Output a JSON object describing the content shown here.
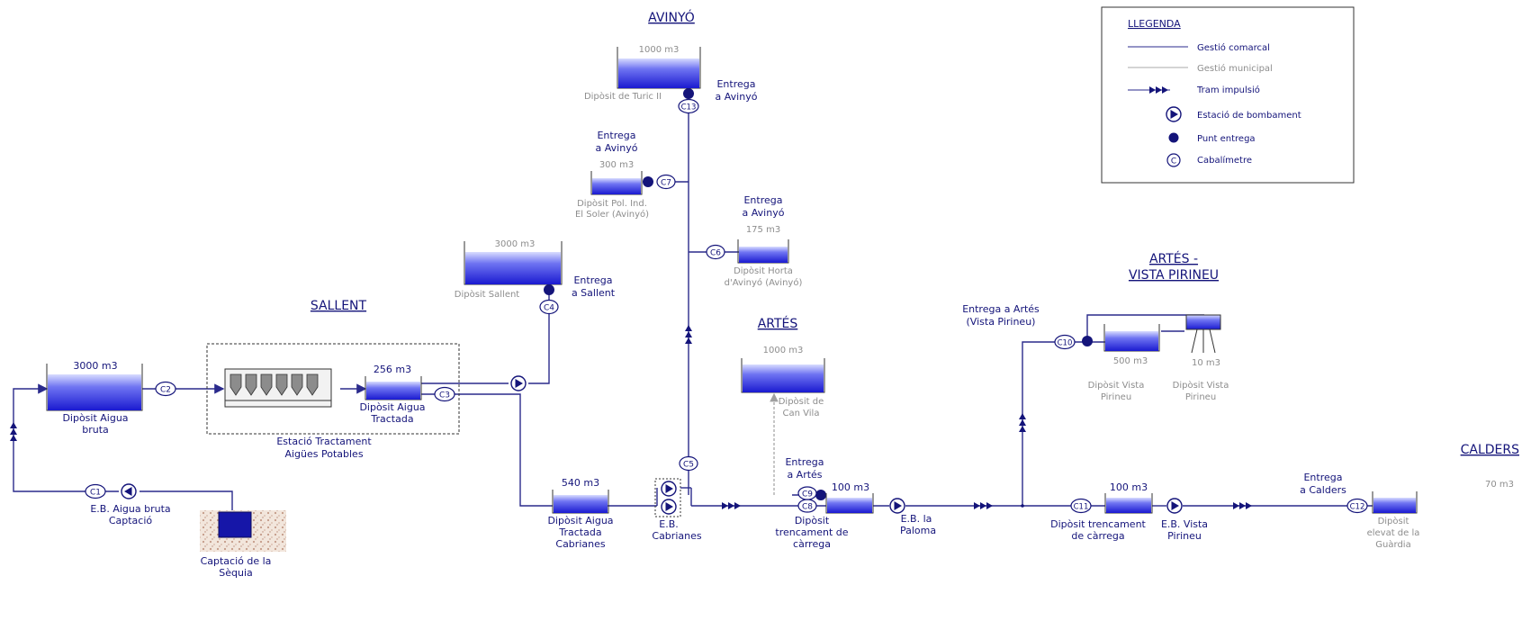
{
  "colors": {
    "navy": "#14147a",
    "tank_light": "#d8dcff",
    "tank_dark": "#1a1ad0",
    "grey": "#8d8d8d"
  },
  "regions": {
    "avinyo": "AVINYÓ",
    "sallent": "SALLENT",
    "artes": "ARTÉS",
    "artes_vp_1": "ARTÉS -",
    "artes_vp_2": "VISTA PIRINEU",
    "calders": "CALDERS"
  },
  "legend": {
    "title": "LLEGENDA",
    "gestio_comarcal": "Gestió comarcal",
    "gestio_municipal": "Gestió municipal",
    "tram_impulsio": "Tram impulsió",
    "estacio_bombament": "Estació de bombament",
    "punt_entrega": "Punt entrega",
    "cabalimetre": "Cabalímetre",
    "cabalimetre_symbol": "C"
  },
  "tanks": {
    "bruta": {
      "volume": "3000 m3",
      "name_1": "Dipòsit Aigua",
      "name_2": "bruta"
    },
    "tractada": {
      "volume": "256 m3",
      "name_1": "Dipòsit Aigua",
      "name_2": "Tractada"
    },
    "sallent": {
      "volume": "3000 m3",
      "name_1": "Dipòsit Sallent"
    },
    "turic": {
      "volume": "1000 m3",
      "name_1": "Dipòsit de Turic II"
    },
    "soler": {
      "volume": "300 m3",
      "name_1": "Dipòsit Pol. Ind.",
      "name_2": "El Soler (Avinyó)"
    },
    "horta": {
      "volume": "175 m3",
      "name_1": "Dipòsit Horta",
      "name_2": "d'Avinyó (Avinyó)"
    },
    "canvila": {
      "volume": "1000 m3",
      "name_1": "Dipòsit de",
      "name_2": "Can Vila"
    },
    "cabrianes": {
      "volume": "540 m3",
      "name_1": "Dipòsit Aigua",
      "name_2": "Tractada",
      "name_3": "Cabrianes"
    },
    "trencament1": {
      "volume": "100 m3",
      "name_1": "Dipòsit",
      "name_2": "trencament de",
      "name_3": "càrrega"
    },
    "trencament2": {
      "volume": "100 m3",
      "name_1": "Dipòsit trencament",
      "name_2": "de càrrega"
    },
    "vista500": {
      "volume": "500 m3",
      "name_1": "Dipòsit Vista",
      "name_2": "Pirineu"
    },
    "vista10": {
      "volume": "10 m3",
      "name_1": "Dipòsit Vista",
      "name_2": "Pirineu"
    },
    "calders": {
      "volume": "70 m3",
      "name_1": "Dipòsit",
      "name_2": "elevat de la",
      "name_3": "Guàrdia"
    }
  },
  "deliveries": {
    "avinyo_top_1": "Entrega",
    "avinyo_top_2": "a Avinyó",
    "avinyo_mid_1": "Entrega",
    "avinyo_mid_2": "a Avinyó",
    "avinyo_low_1": "Entrega",
    "avinyo_low_2": "a Avinyó",
    "sallent_1": "Entrega",
    "sallent_2": "a Sallent",
    "artes_1": "Entrega",
    "artes_2": "a Artés",
    "vista_1": "Entrega a Artés",
    "vista_2": "(Vista Pirineu)",
    "calders_1": "Entrega",
    "calders_2": "a Calders"
  },
  "stations": {
    "captacio_1": "E.B. Aigua bruta",
    "captacio_2": "Captació",
    "cabrianes_1": "E.B.",
    "cabrianes_2": "Cabrianes",
    "paloma_1": "E.B. la",
    "paloma_2": "Paloma",
    "vista_1": "E.B. Vista",
    "vista_2": "Pirineu"
  },
  "etap": {
    "name_1": "Estació Tractament",
    "name_2": "Aigües Potables"
  },
  "captacio_sequia": {
    "name_1": "Captació de la",
    "name_2": "Sèquia"
  },
  "meters": {
    "c1": "C1",
    "c2": "C2",
    "c3": "C3",
    "c4": "C4",
    "c5": "C5",
    "c6": "C6",
    "c7": "C7",
    "c8": "C8",
    "c9": "C9",
    "c10": "C10",
    "c11": "C11",
    "c12": "C12",
    "c13": "C13"
  }
}
